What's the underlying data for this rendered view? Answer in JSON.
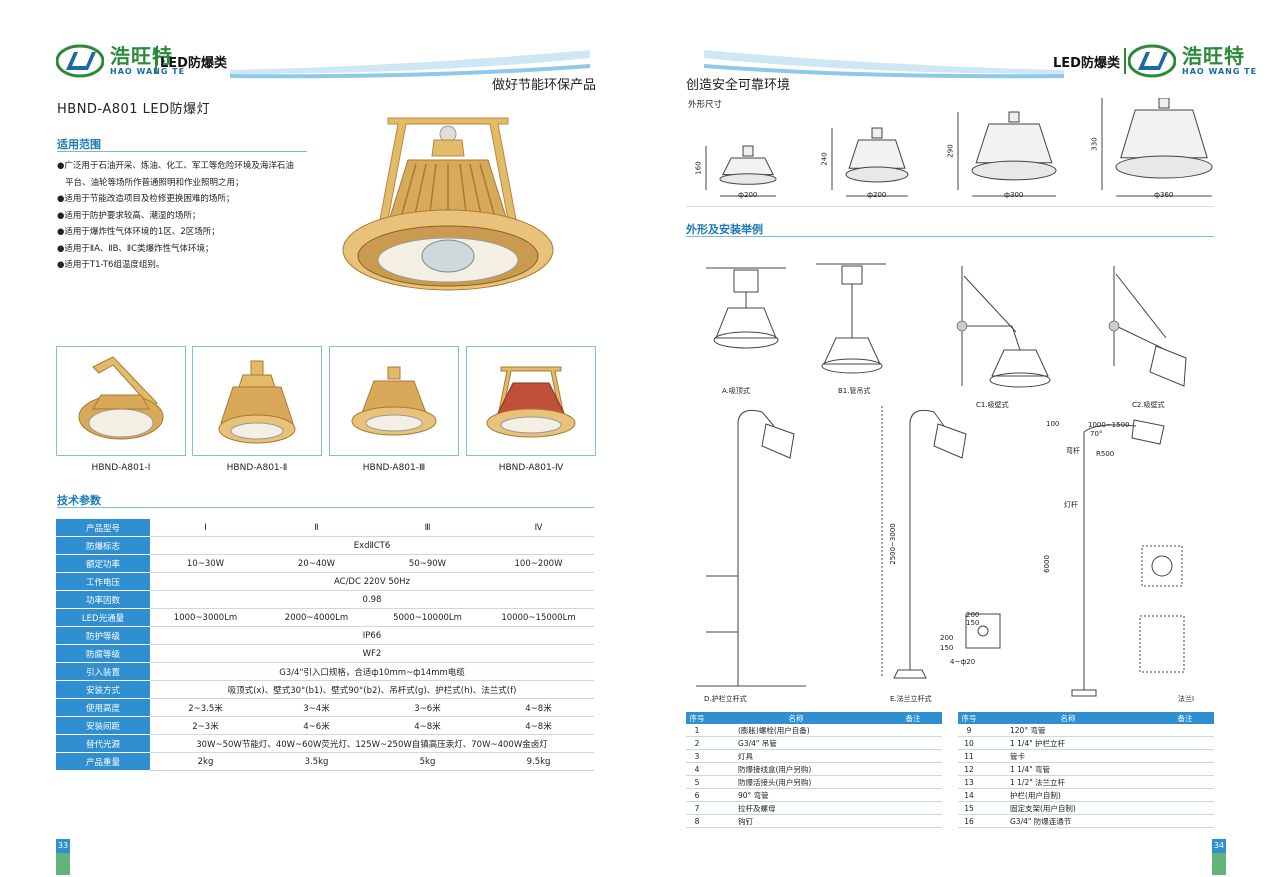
{
  "left": {
    "logo": {
      "cn": "浩旺特",
      "en": "HAO WANG TE"
    },
    "category": "LED防爆类",
    "slogan": "做好节能环保产品",
    "product_title": "HBND-A801 LED防爆灯",
    "scope_title": "适用范围",
    "scope_items": [
      "●广泛用于石油开采、炼油、化工、军工等危险环境及海洋石油",
      "  平台、油轮等场所作普通照明和作业照明之用；",
      "●适用于节能改造项目及检修更换困难的场所；",
      "●适用于防护要求较高、潮湿的场所；",
      "●适用于爆炸性气体环境的1区、2区场所；",
      "●适用于ⅡA、ⅡB、ⅡC类爆炸性气体环境；",
      "●适用于T1-T6组温度组别。"
    ],
    "models": [
      "HBND-A801-Ⅰ",
      "HBND-A801-Ⅱ",
      "HBND-A801-Ⅲ",
      "HBND-A801-Ⅳ"
    ],
    "tech_title": "技术参数",
    "spec": {
      "header_label": "产品型号",
      "header_cols": [
        "Ⅰ",
        "Ⅱ",
        "Ⅲ",
        "Ⅳ"
      ],
      "rows": [
        {
          "label": "防爆标志",
          "span": "ExdⅡCT6"
        },
        {
          "label": "额定功率",
          "cells": [
            "10~30W",
            "20~40W",
            "50~90W",
            "100~200W"
          ]
        },
        {
          "label": "工作电压",
          "span": "AC/DC 220V   50Hz"
        },
        {
          "label": "功率因数",
          "span": "0.98"
        },
        {
          "label": "LED光通量",
          "cells": [
            "1000~3000Lm",
            "2000~4000Lm",
            "5000~10000Lm",
            "10000~15000Lm"
          ]
        },
        {
          "label": "防护等级",
          "span": "IP66"
        },
        {
          "label": "防腐等级",
          "span": "WF2"
        },
        {
          "label": "引入装置",
          "span": "G3/4\"引入口规格，合适ф10mm~ф14mm电缆"
        },
        {
          "label": "安装方式",
          "span": "吸顶式(x)、壁式30°(b1)、壁式90°(b2)、吊杆式(g)、护栏式(h)、法兰式(f)"
        },
        {
          "label": "使用高度",
          "cells": [
            "2~3.5米",
            "3~4米",
            "3~6米",
            "4~8米"
          ]
        },
        {
          "label": "安装间距",
          "cells": [
            "2~3米",
            "4~6米",
            "4~8米",
            "4~8米"
          ]
        },
        {
          "label": "替代光源",
          "span": "30W~50W节能灯、40W~60W荧光灯、125W~250W自镇高压汞灯、70W~400W金卤灯"
        },
        {
          "label": "产品重量",
          "cells": [
            "2kg",
            "3.5kg",
            "5kg",
            "9.5kg"
          ]
        }
      ]
    },
    "page_number": "33"
  },
  "right": {
    "logo": {
      "cn": "浩旺特",
      "en": "HAO WANG TE"
    },
    "category": "LED防爆类",
    "slogan": "创造安全可靠环境",
    "dim_title": "外形尺寸",
    "dims": [
      {
        "h": "160",
        "w": "ф200"
      },
      {
        "h": "240",
        "w": "ф200"
      },
      {
        "h": "290",
        "w": "ф300"
      },
      {
        "h": "330",
        "w": "ф360"
      }
    ],
    "install_title": "外形及安装举例",
    "install_captions": [
      "A.吸顶式",
      "B1.管吊式",
      "C1.吸壁式",
      "C2.吸壁式",
      "D.护栏立杆式",
      "E.法兰立杆式"
    ],
    "pole_labels": {
      "arm": "弯杆",
      "pole": "灯杆",
      "r": "R500",
      "w": "1000~1500",
      "angle": "70°",
      "top": "100",
      "h1": "2500~3000",
      "h2": "6000",
      "base": "法兰Ⅰ"
    },
    "flange_labels": {
      "a": "200",
      "b": "150",
      "c": "200",
      "d": "150",
      "holes": "4~ф20"
    },
    "parts_header": {
      "no": "序号",
      "name": "名称",
      "note": "备注"
    },
    "parts_left": [
      {
        "no": "1",
        "name": "(膨胀)螺栓(用户自备)"
      },
      {
        "no": "2",
        "name": "G3/4\" 吊管"
      },
      {
        "no": "3",
        "name": "灯具"
      },
      {
        "no": "4",
        "name": "防爆接线盒(用户另购)"
      },
      {
        "no": "5",
        "name": "防爆活接头(用户另购)"
      },
      {
        "no": "6",
        "name": "90° 弯管"
      },
      {
        "no": "7",
        "name": "拉杆及螺母"
      },
      {
        "no": "8",
        "name": "钩钉"
      }
    ],
    "parts_right": [
      {
        "no": "9",
        "name": "120° 弯管"
      },
      {
        "no": "10",
        "name": "1 1/4\" 护栏立杆"
      },
      {
        "no": "11",
        "name": "管卡"
      },
      {
        "no": "12",
        "name": "1 1/4\" 弯管"
      },
      {
        "no": "13",
        "name": "1 1/2\" 法兰立杆"
      },
      {
        "no": "14",
        "name": "护栏(用户自制)"
      },
      {
        "no": "15",
        "name": "固定支架(用户自制)"
      },
      {
        "no": "16",
        "name": "G3/4\" 防爆连通节"
      }
    ],
    "page_number": "34"
  },
  "colors": {
    "accent": "#2f8fd0",
    "brand_green": "#2a8a3a",
    "lamp": "#e3b96a"
  }
}
